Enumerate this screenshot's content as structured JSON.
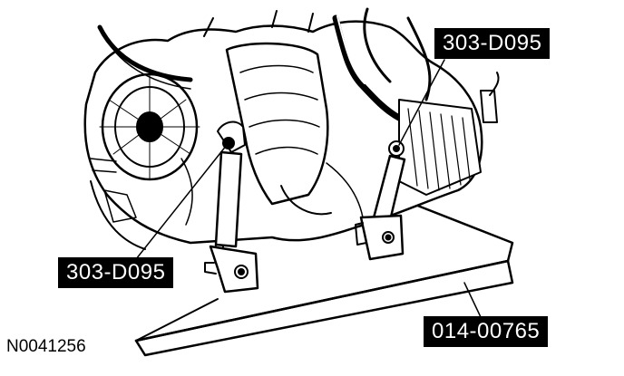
{
  "callouts": {
    "top_right": "303-D095",
    "left": "303-D095",
    "bottom_right": "014-00765"
  },
  "figure_id": "N0041256",
  "colors": {
    "ink": "#000000",
    "paper": "#ffffff",
    "label_bg": "#000000",
    "label_text": "#ffffff"
  }
}
